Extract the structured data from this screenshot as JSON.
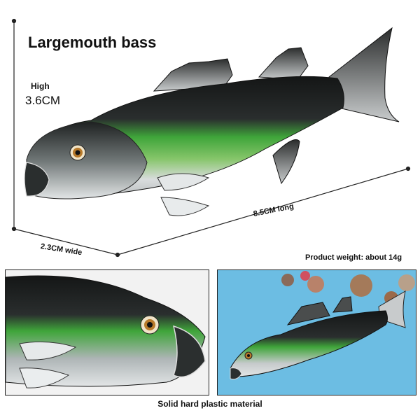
{
  "product": {
    "title": "Largemouth bass",
    "height_label": "High",
    "height_value": "3.6CM",
    "width_label": "2.3CM wide",
    "length_label": "8.5CM long",
    "weight": "Product weight: about 14g",
    "material": "Solid hard plastic material"
  },
  "colors": {
    "fish_back": "#1c1e1e",
    "fish_green": "#3fa53a",
    "fish_belly": "#d9dcdd",
    "eye": "#b87a2a",
    "sand_blue": "#6cbde3"
  }
}
